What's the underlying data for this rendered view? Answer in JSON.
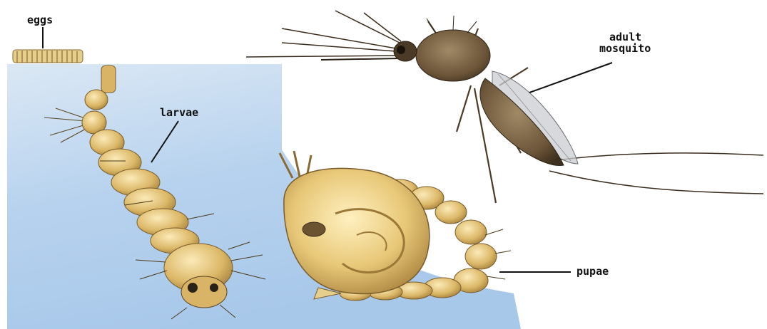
{
  "labels": {
    "eggs": "eggs",
    "larvae": "larvae",
    "adult_line1": "adult",
    "adult_line2": "mosquito",
    "pupae": "pupae"
  },
  "colors": {
    "water_top": "#cfe0f2",
    "water_bottom": "#9ec2e6",
    "body_light": "#f2dc9a",
    "body_mid": "#d9b466",
    "body_dark": "#8a6a32",
    "mosquito_body": "#6e5a40",
    "leader_line": "#111111"
  }
}
